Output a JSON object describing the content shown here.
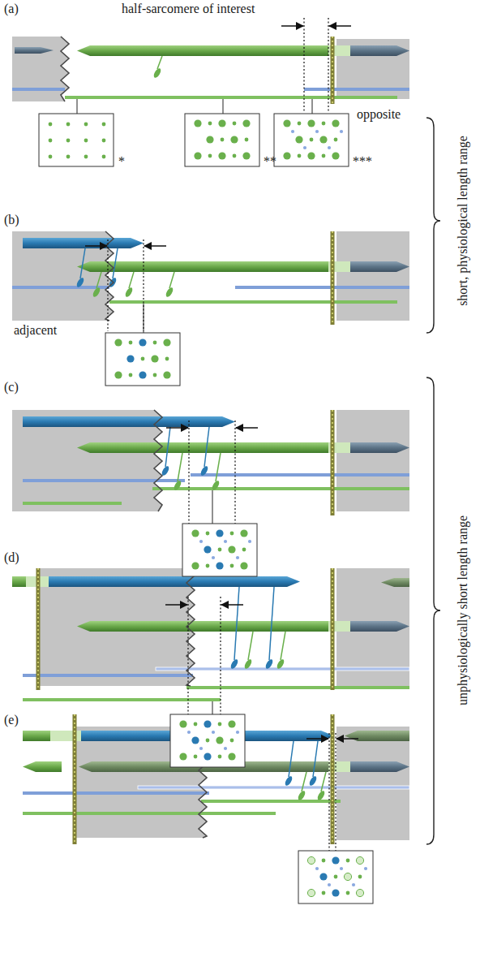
{
  "diagram": {
    "labels": [
      "(a)",
      "half-sarcomere of interest",
      "*",
      "**",
      "***",
      "opposite",
      "(b)",
      "adjacent",
      "(c)",
      "(d)",
      "(e)",
      "short, physiological length range",
      "unphysiologically short length range"
    ]
  }
}
